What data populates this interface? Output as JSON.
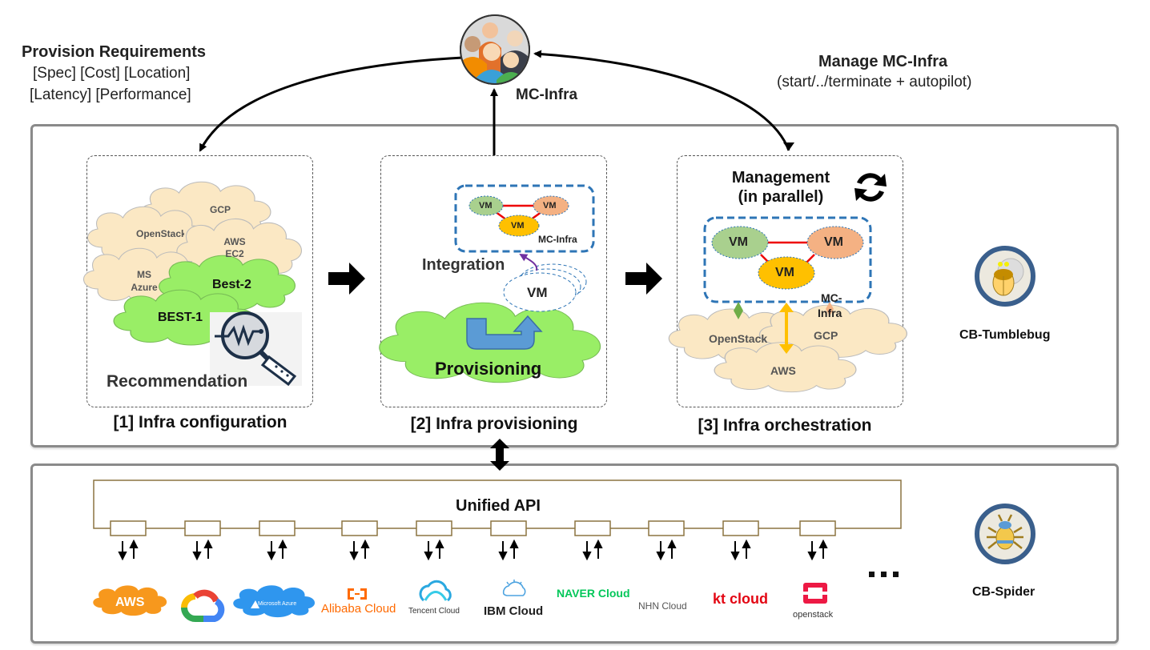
{
  "top": {
    "users_node": {
      "icon": "users-group-icon",
      "label": "MC-Infra"
    },
    "provision_requirements": {
      "title": "Provision Requirements",
      "line1": "[Spec] [Cost] [Location]",
      "line2": "[Latency] [Performance]"
    },
    "manage": {
      "title": "Manage MC-Infra",
      "subtitle": "(start/../terminate + autopilot)"
    }
  },
  "tumblebug": {
    "name": "CB-Tumblebug",
    "icon": "tumblebug-beetle-icon",
    "stages": [
      {
        "title": "[1] Infra configuration",
        "label": "Recommendation",
        "clouds": [
          "GCP",
          "OpenStack",
          "AWS EC2",
          "MS Azure"
        ],
        "best": [
          "Best-2",
          "BEST-1"
        ],
        "icon": "magnifier-waveform-icon"
      },
      {
        "title": "[2] Infra provisioning",
        "integration_label": "Integration",
        "provisioning_label": "Provisioning",
        "vm_label": "VM",
        "group_label": "MC-Infra",
        "vms": [
          "VM",
          "VM",
          "VM"
        ]
      },
      {
        "title": "[3] Infra orchestration",
        "management_line1": "Management",
        "management_line2": "(in parallel)",
        "group_label_1": "MC-",
        "group_label_2": "Infra",
        "vms": [
          "VM",
          "VM",
          "VM"
        ],
        "clouds": [
          "OpenStack",
          "GCP",
          "AWS"
        ],
        "icon": "refresh-cycle-icon"
      }
    ]
  },
  "spider": {
    "name": "CB-Spider",
    "icon": "spider-icon",
    "api_label": "Unified API",
    "drivers_count": 10,
    "more": "...",
    "providers": [
      {
        "name": "AWS",
        "color": "#f7981d"
      },
      {
        "name": "Google Cloud",
        "color": "#4285f4"
      },
      {
        "name": "Microsoft Azure",
        "color": "#2f96ee"
      },
      {
        "name": "Alibaba Cloud",
        "color": "#ff6a00"
      },
      {
        "name": "Tencent Cloud",
        "color": "#2aa8e0"
      },
      {
        "name": "IBM Cloud",
        "color": "#1f1f1f"
      },
      {
        "name": "NAVER Cloud",
        "color": "#03c75a"
      },
      {
        "name": "NHN Cloud",
        "color": "#555555"
      },
      {
        "name": "kt cloud",
        "color": "#e30613"
      },
      {
        "name": "openstack",
        "color": "#ed1944"
      }
    ]
  },
  "colors": {
    "frame": "#8a8a8a",
    "cloud_beige": "#fbe8c4",
    "cloud_green": "#99ee66",
    "vm_green": "#a9d08e",
    "vm_orange": "#f4b183",
    "vm_yellow": "#ffc000",
    "group_blue": "#2e75b6",
    "api_line": "#8c7440",
    "badge_ring": "#3a5f8c"
  }
}
